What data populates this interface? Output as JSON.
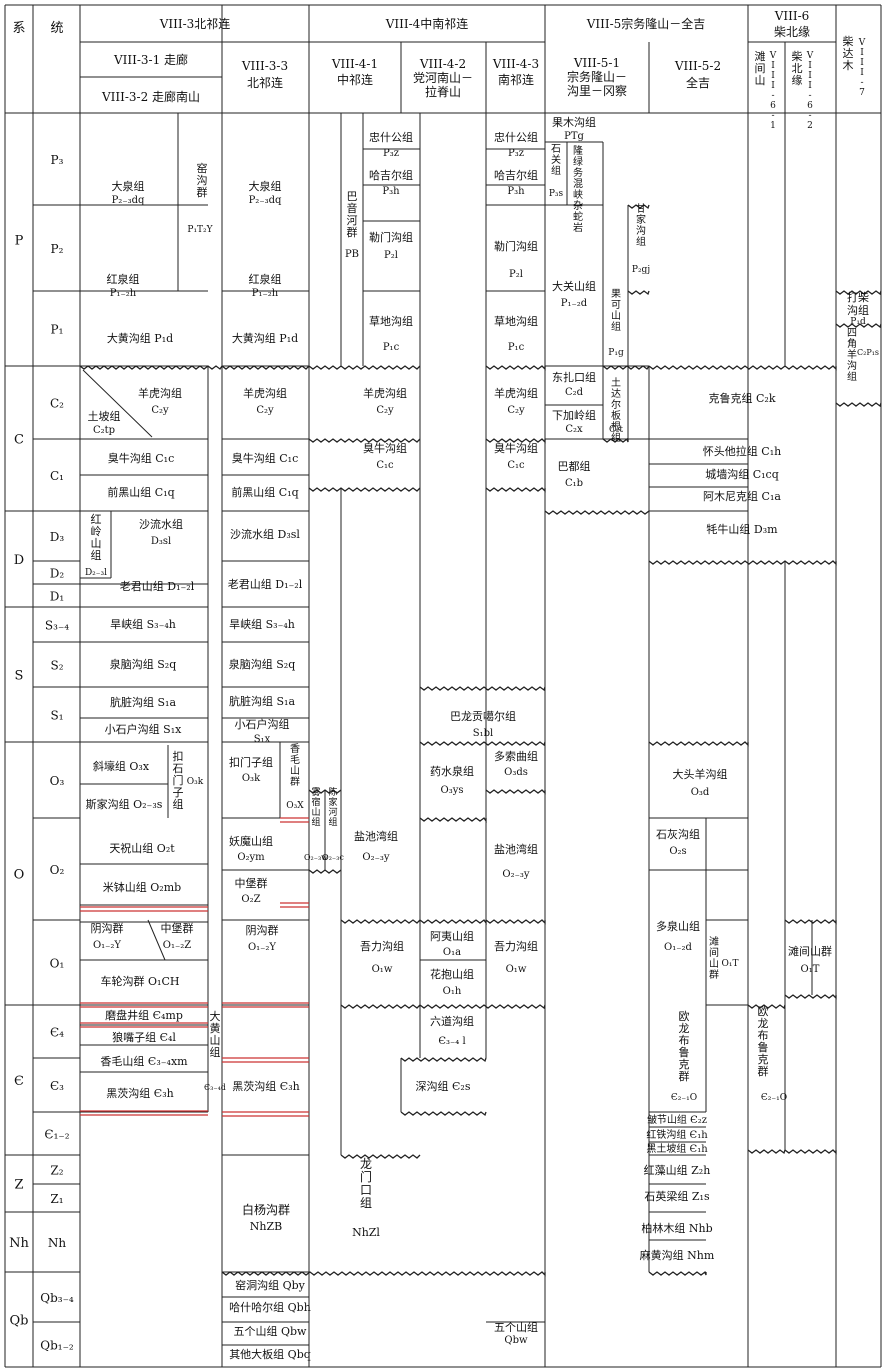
{
  "header": {
    "col_system": "系",
    "col_series": "统",
    "g3": "VIII-3北祁连",
    "g3_1": "VIII-3-1 走廊",
    "g3_2": "VIII-3-2 走廊南山",
    "g3_3": "VIII-3-3 北祁连",
    "g4": "VIII-4中南祁连",
    "g4_1": "VIII-4-1 中祁连",
    "g4_2": "VIII-4-2 党河南山－拉脊山",
    "g4_3": "VIII-4-3 南祁连",
    "g5": "VIII-5宗务隆山－全吉",
    "g5_1": "VIII-5-1 宗务隆山－沟里－冈察",
    "g5_2": "VIII-5-2 全吉",
    "g6": "VIII-6 柴北缘",
    "g6_1": "滩间山 VIII-6-1",
    "g6_2": "柴北缘 VIII-6-2",
    "g7": "柴达木 VIII-7"
  },
  "systems": [
    "P",
    "C",
    "D",
    "S",
    "O",
    "Є",
    "Z",
    "Nh",
    "Qb"
  ],
  "series": [
    "P3",
    "P2",
    "P1",
    "C2",
    "C1",
    "D3",
    "D2",
    "D1",
    "S3-4",
    "S2",
    "S1",
    "O3",
    "O2",
    "O1",
    "Є4",
    "Є3",
    "Є1-2",
    "Z2",
    "Z1",
    "Nh",
    "Qb3-4",
    "Qb1-2"
  ],
  "units": {
    "c1": [
      "大泉组 P2-3dq",
      "红泉组 P1-2h",
      "大黄沟组 P1d",
      "羊虎沟组 C2y",
      "土坡组 C2tp",
      "臭牛沟组 C1c",
      "前黑山组 C1q",
      "红岭山组 D2-3l",
      "沙流水组 D3sl",
      "老君山组 D1-2l",
      "旱峡组 S3-4h",
      "泉脑沟组 S2q",
      "肮脏沟组 S1a",
      "小石户沟组 S1x",
      "斜壕组 O3x",
      "斯家沟组 O2-3s",
      "扣门子组 O3k",
      "天祝山组 O2t",
      "米钵山组 O2mb",
      "阴沟群 O1-2Y",
      "中堡群 O1-2Z",
      "车轮沟群 O1CH",
      "磨盘井组 Є4mp",
      "狼嘴子组 Є4l",
      "香毛山组 Є3-4xm",
      "黑茨沟组 Є3h",
      "窑沟群 P1T2Y"
    ],
    "c2": [
      "大泉组 P2-3dq",
      "红泉组 P1-2h",
      "大黄沟组 P1d",
      "羊虎沟组 C2y",
      "臭牛沟组 C1c",
      "前黑山组 C1q",
      "沙流水组 D3sl",
      "老君山组 D1-2l",
      "旱峡组 S3-4h",
      "泉脑沟组 S2q",
      "肮脏沟组 S1a",
      "小石户沟组 S1x",
      "扣门子组 O3k",
      "香毛山群 O3X",
      "妖魔山组 O2ym",
      "中堡群 O2Z",
      "阴沟群 O1-2Y",
      "黑茨沟组 Є3h",
      "白杨沟群 NhZB",
      "大黄山组 Є3-4d"
    ],
    "c3": [
      "雾宿山组 O2-3w",
      "陈家河组 O2-3c",
      "巴音河群 PB",
      "忠什公组 P3z",
      "哈吉尔组 P3h",
      "勒门沟组 P2l",
      "草地沟组 P1c",
      "羊虎沟组 C2y",
      "臭牛沟组 C1c",
      "盐池湾组 O2-3y",
      "吾力沟组 O1w",
      "龙门口组 NhZl"
    ],
    "c4": [
      "巴龙贡噶尔组 S1bl",
      "药水泉组 O3ys",
      "阿夷山组 O1a",
      "花抱山组 O1h",
      "六道沟组 Є3-4l",
      "深沟组 Є2s"
    ],
    "c5": [
      "忠什公组 P3z",
      "哈吉尔组 P3h",
      "勒门沟组 P2l",
      "草地沟组 P1c",
      "羊虎沟组 C2y",
      "臭牛沟组 C1c",
      "多索曲组 O3ds",
      "盐池湾组 O2-3y",
      "吾力沟组 O1w"
    ],
    "c6": [
      "果木沟组 PTg",
      "石关组 P3s",
      "隆务河混杂岩",
      "大关山组 P1-2d",
      "甘家沟组 P2gj",
      "果可山组 P1g",
      "东扎口组 C2d",
      "下加岭组 C2x",
      "土达尔板根组 C2t",
      "巴都组 C1b"
    ],
    "c7": [
      "克鲁克组 C2k",
      "怀头他拉组 C1h",
      "城墙沟组 C1cq",
      "阿木尼克组 C1a",
      "牦牛山组 D3m",
      "大头羊沟组 O3d",
      "石灰沟组 O2s",
      "多泉山组 O1-2d",
      "滩间山群 O1T",
      "欧龙布鲁克群 Є2-1O",
      "皱节山组 Є2z",
      "红铁沟组 Є1h",
      "黑土坡组 Є1h",
      "红藻山组 Z2h",
      "石英梁组 Z1s",
      "柏林木组 Nhb",
      "麻黄沟组 Nhm"
    ],
    "c8": [
      "欧龙布鲁克群 Є2-1O",
      "滩间山群 O1T"
    ],
    "c9": [
      "打柴沟组 P1d",
      "四角羊沟组 C2P1s"
    ],
    "qb": [
      "窑洞沟组 Qby",
      "哈什哈尔组 Qbh",
      "五个山组 Qbw",
      "其他大板组 Qbq",
      "五个山组 Qbw"
    ]
  }
}
